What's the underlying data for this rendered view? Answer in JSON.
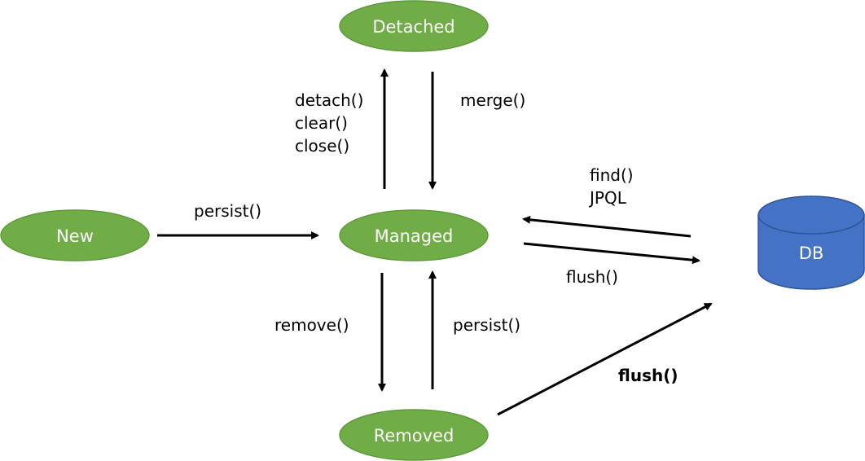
{
  "colors": {
    "state_fill": "#70AD47",
    "state_stroke": "#5E9A3A",
    "db_fill": "#4472C4",
    "db_stroke": "#2F5597",
    "arrow": "#000000",
    "text_on_node": "#FFFFFF"
  },
  "nodes": {
    "detached": "Detached",
    "new": "New",
    "managed": "Managed",
    "removed": "Removed",
    "db": "DB"
  },
  "edges": {
    "new_to_managed": [
      "persist()"
    ],
    "managed_to_detached": [
      "detach()",
      "clear()",
      "close()"
    ],
    "detached_to_managed": [
      "merge()"
    ],
    "db_to_managed": [
      "find()",
      "JPQL"
    ],
    "managed_to_db": [
      "flush()"
    ],
    "managed_to_removed": [
      "remove()"
    ],
    "removed_to_managed": [
      "persist()"
    ],
    "removed_to_db": [
      "flush()"
    ]
  }
}
